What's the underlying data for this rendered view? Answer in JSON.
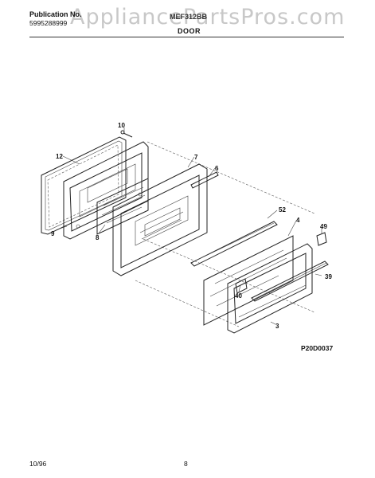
{
  "header": {
    "publication_label": "Publication No.",
    "publication_number": "5995288999",
    "model": "MEF312BB",
    "section_title": "DOOR"
  },
  "watermark": "AppliancePartsPros.com",
  "diagram": {
    "figure_code": "P20D0037",
    "callouts": [
      "10",
      "12",
      "7",
      "6",
      "9",
      "8",
      "52",
      "4",
      "49",
      "39",
      "40",
      "3"
    ]
  },
  "footer": {
    "date": "10/96",
    "page": "8"
  }
}
